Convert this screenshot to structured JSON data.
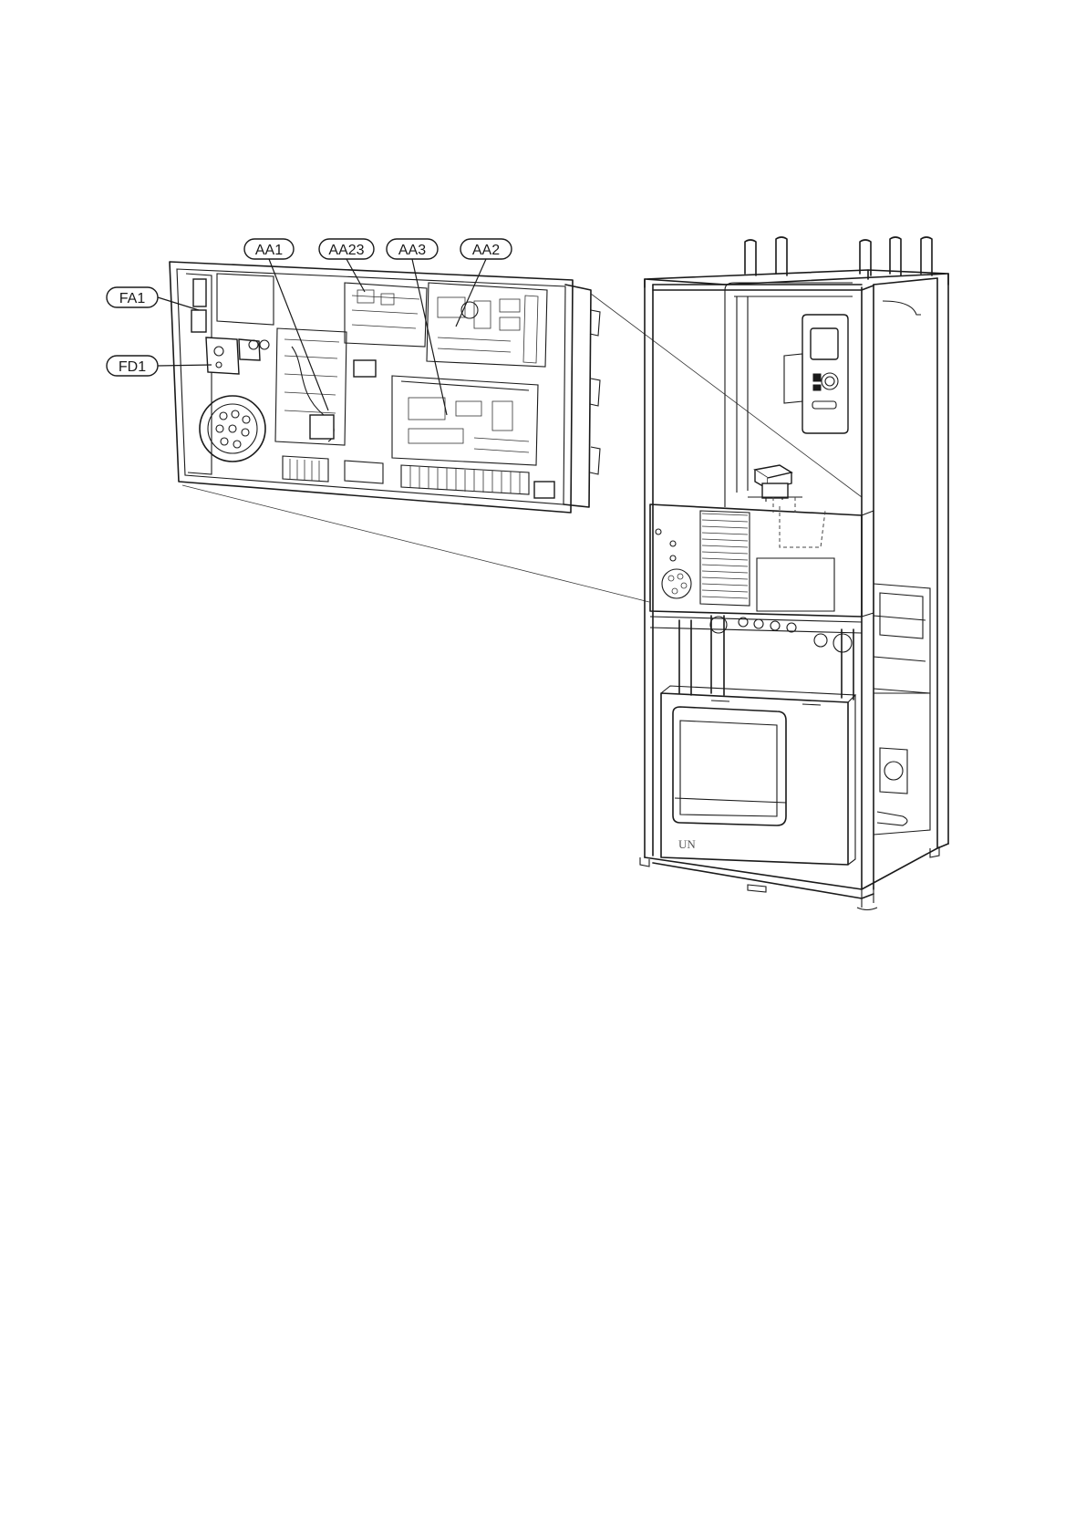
{
  "callouts": {
    "aa1": "AA1",
    "aa23": "AA23",
    "aa3": "AA3",
    "aa2": "AA2",
    "fa1": "FA1",
    "fd1": "FD1"
  },
  "unit_marking": "UN",
  "colors": {
    "line": "#1a1a1a",
    "background": "#ffffff"
  }
}
